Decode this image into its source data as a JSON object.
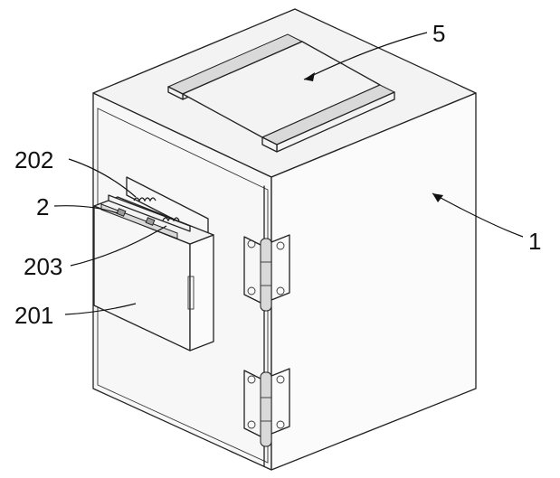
{
  "labels": {
    "l1": "1",
    "l2": "2",
    "l5": "5",
    "l201": "201",
    "l202": "202",
    "l203": "203"
  }
}
